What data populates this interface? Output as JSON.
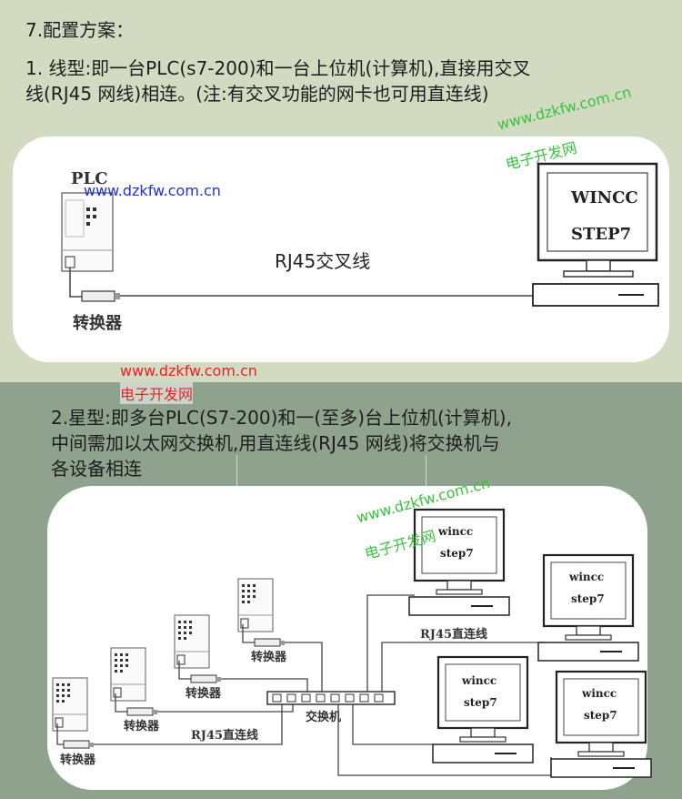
{
  "section": {
    "number_title": "7.配置方案：",
    "line_type_text1": "1. 线型:即一台PLC(s7-200)和一台上位机(计算机),直接用交叉",
    "line_type_text2": "线(RJ45 网线)相连。(注:有交叉功能的网卡也可用直连线)",
    "star_type_text1": "2.星型:即多台PLC(S7-200)和一(至多)台上位机(计算机),",
    "star_type_text2": "中间需加以太网交换机,用直连线(RJ45 网线)将交换机与",
    "star_type_text3": "各设备相连"
  },
  "diagram1": {
    "plc_label": "PLC",
    "converter_label": "转换器",
    "cable_label": "RJ45交叉线",
    "screen_line1": "WINCC",
    "screen_line2": "STEP7"
  },
  "diagram2": {
    "converter_label": "转换器",
    "switch_label": "交换机",
    "cable_label": "RJ45直连线",
    "screen_line1": "wincc",
    "screen_line2": "step7"
  },
  "watermarks": {
    "url": "www.dzkfw.com.cn",
    "cn": "电子开发网"
  },
  "colors": {
    "watermark_blue": "#1f33d6",
    "watermark_green": "#39c23e",
    "watermark_red": "#e32424"
  }
}
